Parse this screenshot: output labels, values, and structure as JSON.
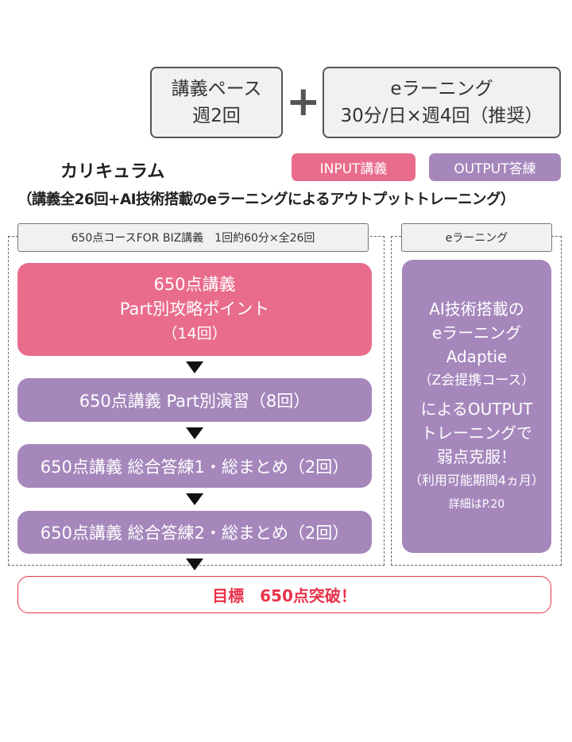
{
  "pace": {
    "line1": "講義ペース",
    "line2": "週2回"
  },
  "plus": "+",
  "elearning_pace": {
    "line1": "eラーニング",
    "line2": "30分/日×週4回（推奨）"
  },
  "title": "カリキュラム",
  "subtitle": "（講義全26回+AI技術搭載のeラーニングによるアウトプットトレーニング）",
  "legend": {
    "input": "INPUT講義",
    "output": "OUTPUT答練"
  },
  "course": {
    "header": "650点コースFOR BIZ講義　1回約60分×全26回",
    "steps": [
      {
        "lines": [
          "650点講義",
          "Part別攻略ポイント",
          "（14回）"
        ]
      },
      {
        "label": "650点講義 Part別演習（8回）"
      },
      {
        "label": "650点講義 総合答練1・総まとめ（2回）"
      },
      {
        "label": "650点講義 総合答練2・総まとめ（2回）"
      }
    ]
  },
  "elearning": {
    "header": "eラーニング",
    "lines": [
      "AI技術搭載の",
      "eラーニング",
      "Adaptie",
      "（Z会提携コース）",
      "によるOUTPUT",
      "トレーニングで",
      "弱点克服！",
      "（利用可能期間4ヵ月）",
      "詳細はP.20"
    ]
  },
  "goal": "目標　650点突破！",
  "colors": {
    "input": "#e96c8c",
    "output": "#a587bc",
    "goal": "#e8334a"
  }
}
